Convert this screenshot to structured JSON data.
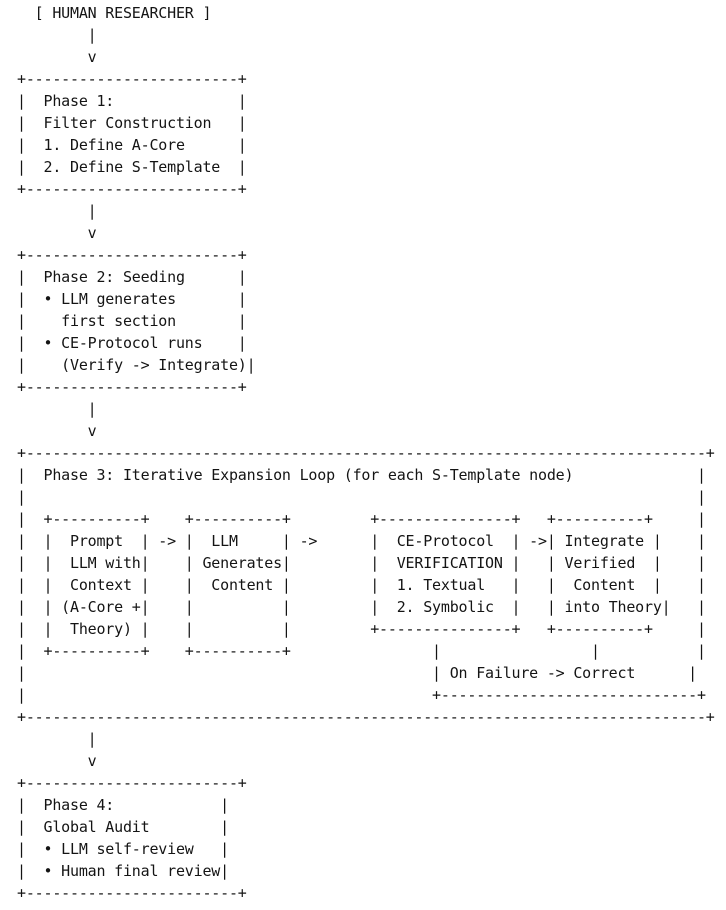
{
  "diagram": {
    "kind": "ascii-flowchart",
    "actor": {
      "label": "[ HUMAN RESEARCHER ]"
    },
    "phases": [
      {
        "name": "Phase 1:",
        "subtitle": "Filter Construction",
        "items": [
          "1. Define A-Core",
          "2. Define S-Template"
        ]
      },
      {
        "name": "Phase 2: Seeding",
        "items": [
          "LLM generates first section",
          "CE-Protocol runs (Verify -> Integrate)"
        ]
      },
      {
        "name": "Phase 3: Iterative Expansion Loop (for each S-Template node)",
        "steps": [
          "Prompt LLM with Context (A-Core + Theory)",
          "LLM Generates Content",
          "CE-Protocol VERIFICATION 1. Textual 2. Symbolic",
          "Integrate Verified Content into Theory"
        ],
        "failure_path": "On Failure -> Correct"
      },
      {
        "name": "Phase 4:",
        "subtitle": "Global Audit",
        "items": [
          "LLM self-review",
          "Human final review"
        ]
      }
    ],
    "connector_glyphs": [
      "|",
      "v"
    ],
    "arrow_glyph": "->",
    "ascii": {
      "header": "  [ HUMAN RESEARCHER ]",
      "connector1": "        |\n        v",
      "phase1_box": "+------------------------+\n|  Phase 1:              |\n|  Filter Construction   |\n|  1. Define A-Core      |\n|  2. Define S-Template  |\n+------------------------+",
      "connector2": "        |\n        v",
      "phase2_box": "+------------------------+\n|  Phase 2: Seeding      |\n|  • LLM generates       |\n|    first section       |\n|  • CE-Protocol runs    |\n|    (Verify -> Integrate)|\n+------------------------+",
      "connector3": "        |\n        v",
      "phase3_box": "+-----------------------------------------------------------------------------+\n|  Phase 3: Iterative Expansion Loop (for each S-Template node)              |\n|                                                                            |\n|  +----------+    +----------+         +---------------+   +----------+     |\n|  |  Prompt  | -> |  LLM     | ->      |  CE-Protocol  | ->| Integrate |    |\n|  |  LLM with|    | Generates|         |  VERIFICATION |   | Verified  |    |\n|  |  Context |    |  Content |         |  1. Textual   |   |  Content  |    |\n|  | (A-Core +|    |          |         |  2. Symbolic  |   | into Theory|   |\n|  |  Theory) |    |          |         +---------------+   +----------+     |\n|  +----------+    +----------+                |                 |           |\n|                                              | On Failure -> Correct      |\n|                                              +-----------------------------+\n+-----------------------------------------------------------------------------+",
      "connector4": "        |\n        v",
      "phase4_box": "+------------------------+\n|  Phase 4:            |\n|  Global Audit        |\n|  • LLM self-review   |\n|  • Human final review|\n+------------------------+"
    }
  }
}
